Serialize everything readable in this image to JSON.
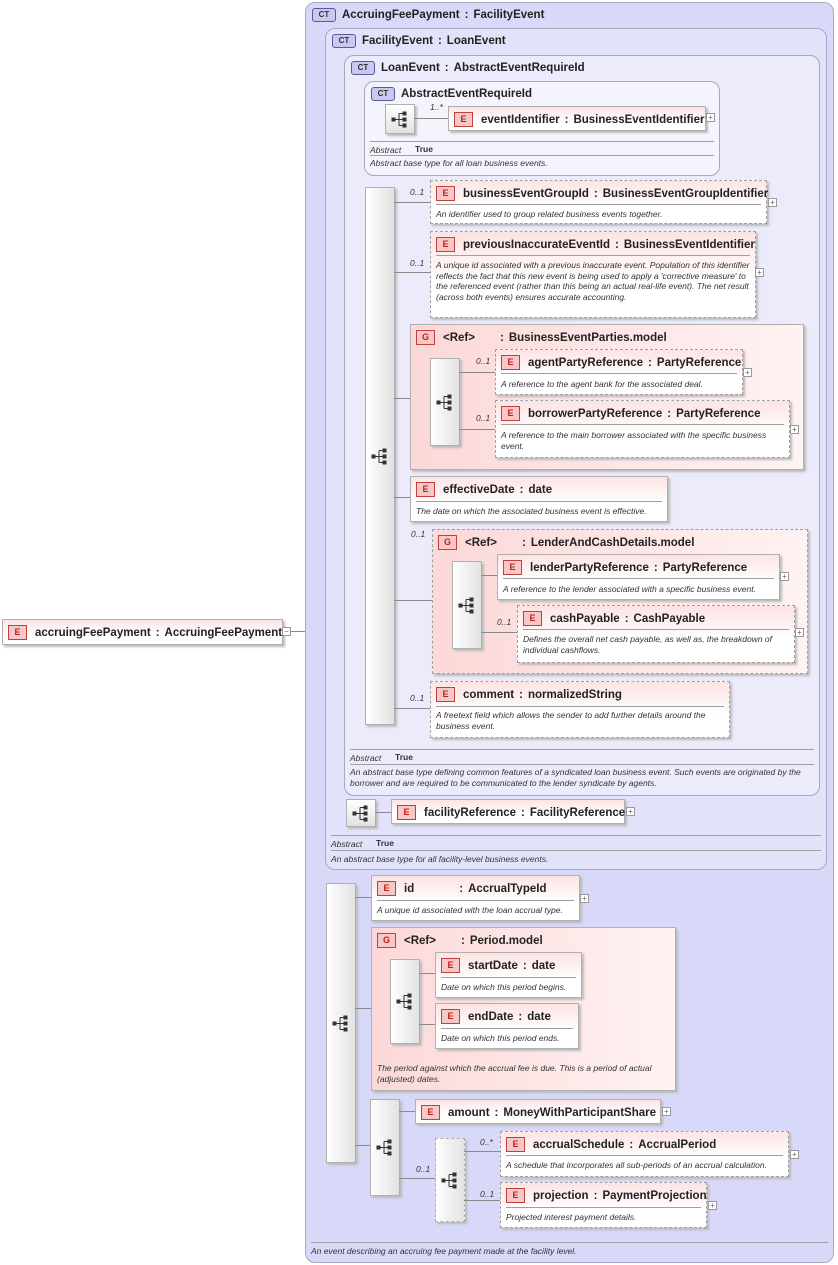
{
  "root": {
    "badge": "E",
    "name": "accruingFeePayment",
    "type": "AccruingFeePayment"
  },
  "ct_badge": "CT",
  "accruingFeePayment": {
    "name": "AccruingFeePayment",
    "base": "FacilityEvent",
    "doc": "An event describing an accruing fee payment made at the facility level."
  },
  "facilityEvent": {
    "name": "FacilityEvent",
    "base": "LoanEvent",
    "abstract_label": "Abstract",
    "abstract_value": "True",
    "doc": "An abstract base type for all facility-level business events."
  },
  "loanEvent": {
    "name": "LoanEvent",
    "base": "AbstractEventRequireId",
    "abstract_label": "Abstract",
    "abstract_value": "True",
    "doc": "An abstract base type defining common features of a syndicated loan business event. Such events are originated by the borrower and are required to be communicated to the lender syndicate by agents."
  },
  "abstractEventRequireId": {
    "name": "AbstractEventRequireId",
    "abstract_label": "Abstract",
    "abstract_value": "True",
    "doc": "Abstract base type for all loan business events.",
    "eventIdentifier": {
      "card": "1..*",
      "name": "eventIdentifier",
      "type": "BusinessEventIdentifier"
    }
  },
  "loanEventElements": {
    "businessEventGroupId": {
      "card": "0..1",
      "name": "businessEventGroupId",
      "type": "BusinessEventGroupIdentifier",
      "doc": "An identifier used to group related business events together."
    },
    "previousInaccurateEventId": {
      "card": "0..1",
      "name": "previousInaccurateEventId",
      "type": "BusinessEventIdentifier",
      "doc": "A unique id associated with a previous inaccurate event. Population of this identifier reflects the fact that this new event is being used to apply a 'corrective measure' to the referenced event (rather than this being an actual real-life event). The net result (across both events) ensures accurate accounting."
    },
    "businessEventParties": {
      "badge": "G",
      "ref": "<Ref>",
      "name": "BusinessEventParties.model",
      "agent": {
        "card": "0..1",
        "name": "agentPartyReference",
        "type": "PartyReference",
        "doc": "A reference to the agent bank for the associated deal."
      },
      "borrower": {
        "card": "0..1",
        "name": "borrowerPartyReference",
        "type": "PartyReference",
        "doc": "A reference to the main borrower associated with the specific business event."
      }
    },
    "effectiveDate": {
      "name": "effectiveDate",
      "type": "date",
      "doc": "The date on which the associated business event is effective."
    },
    "lenderAndCash": {
      "card": "0..1",
      "badge": "G",
      "ref": "<Ref>",
      "name": "LenderAndCashDetails.model",
      "lender": {
        "name": "lenderPartyReference",
        "type": "PartyReference",
        "doc": "A reference to the lender associated with a specific business event."
      },
      "cash": {
        "card": "0..1",
        "name": "cashPayable",
        "type": "CashPayable",
        "doc": "Defines the overall net cash payable, as well as, the breakdown of individual cashflows."
      }
    },
    "comment": {
      "card": "0..1",
      "name": "comment",
      "type": "normalizedString",
      "doc": "A freetext field which allows the sender to add further details around the business event."
    }
  },
  "facilityReference": {
    "name": "facilityReference",
    "type": "FacilityReference"
  },
  "accruingElements": {
    "id": {
      "name": "id",
      "type": "AccrualTypeId",
      "doc": "A unique id associated with the loan accrual type."
    },
    "period": {
      "badge": "G",
      "ref": "<Ref>",
      "name": "Period.model",
      "doc": "The period against which the accrual fee is due. This is a period of actual (adjusted) dates.",
      "startDate": {
        "name": "startDate",
        "type": "date",
        "doc": "Date on which this period begins."
      },
      "endDate": {
        "name": "endDate",
        "type": "date",
        "doc": "Date on which this period ends."
      }
    },
    "amount": {
      "name": "amount",
      "type": "MoneyWithParticipantShare"
    },
    "choice_card": "0..1",
    "accrualSchedule": {
      "card": "0..*",
      "name": "accrualSchedule",
      "type": "AccrualPeriod",
      "doc": "A schedule that incorporates all sub-periods of an accrual calculation."
    },
    "projection": {
      "card": "0..1",
      "name": "projection",
      "type": "PaymentProjection",
      "doc": "Projected interest payment details."
    }
  },
  "sep": ":",
  "e_badge": "E"
}
